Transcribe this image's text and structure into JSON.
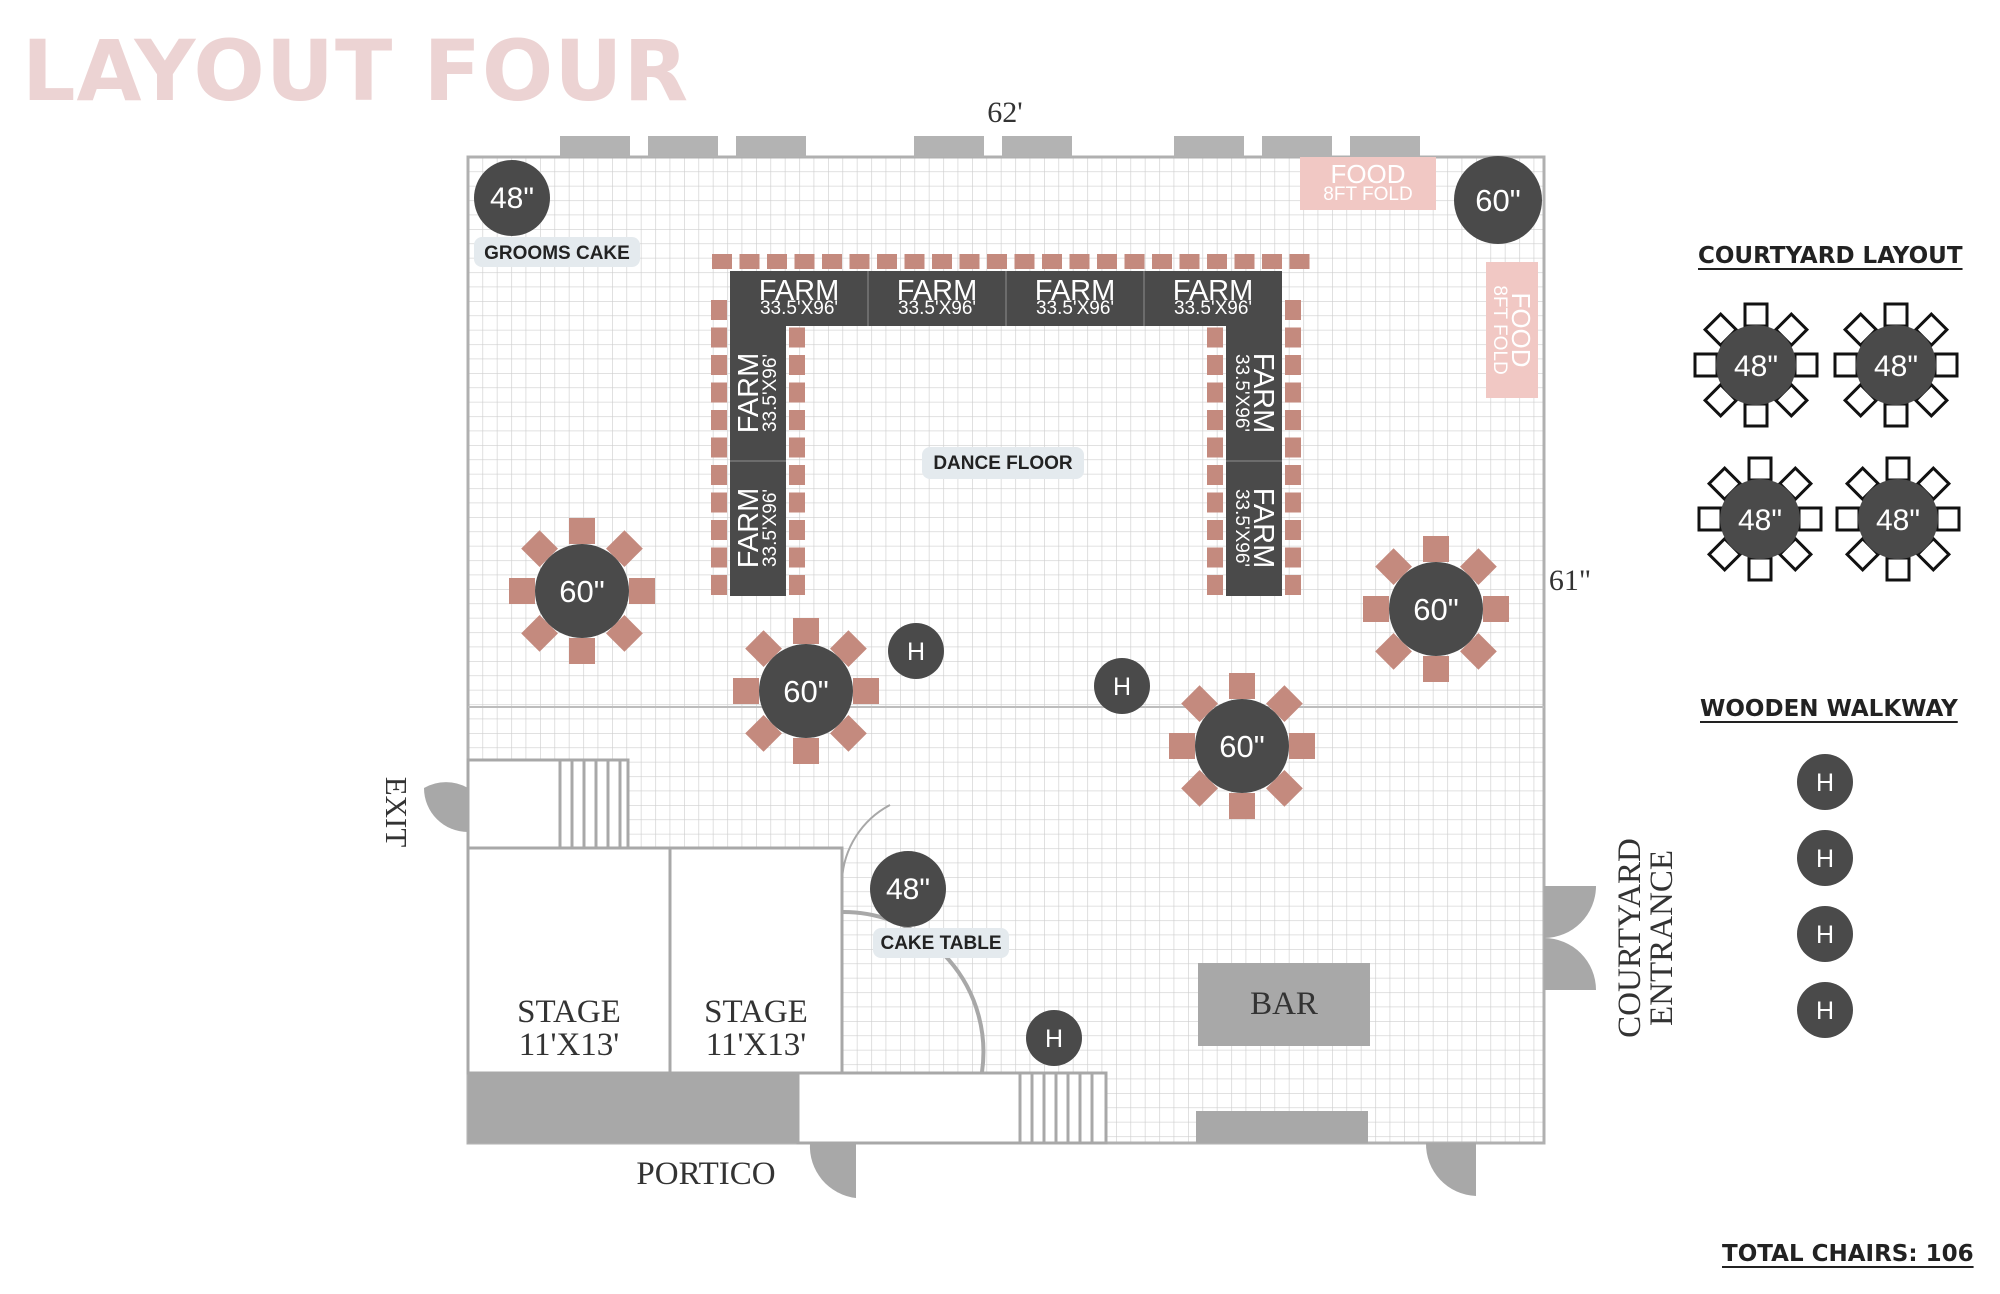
{
  "title": "LAYOUT FOUR",
  "dimensions": {
    "width": "62'",
    "height": "61\""
  },
  "labels": {
    "grooms_cake": "GROOMS CAKE",
    "dance_floor": "DANCE FLOOR",
    "cake_table": "CAKE TABLE",
    "bar": "BAR",
    "portico": "PORTICO",
    "exit": "EXIT",
    "courtyard_entrance_1": "COURTYARD",
    "courtyard_entrance_2": "ENTRANCE"
  },
  "food": {
    "label": "FOOD",
    "sub": "8FT FOLD"
  },
  "farm": {
    "label": "FARM",
    "size": "33.5'X96'"
  },
  "stage": {
    "label": "STAGE",
    "size": "11'X13'"
  },
  "round_tables": {
    "small": "48\"",
    "large": "60\""
  },
  "highboy": "H",
  "courtyard": {
    "heading": "COURTYARD LAYOUT",
    "table_label": "48\""
  },
  "walkway": {
    "heading": "WOODEN WALKWAY",
    "item": "H"
  },
  "total_chairs": "TOTAL CHAIRS:  106",
  "colors": {
    "table": "#4a4a4a",
    "chair": "#c48a7e",
    "food": "#f1c8c4",
    "wall": "#a8a8a8",
    "title": "#ecd3d3"
  }
}
